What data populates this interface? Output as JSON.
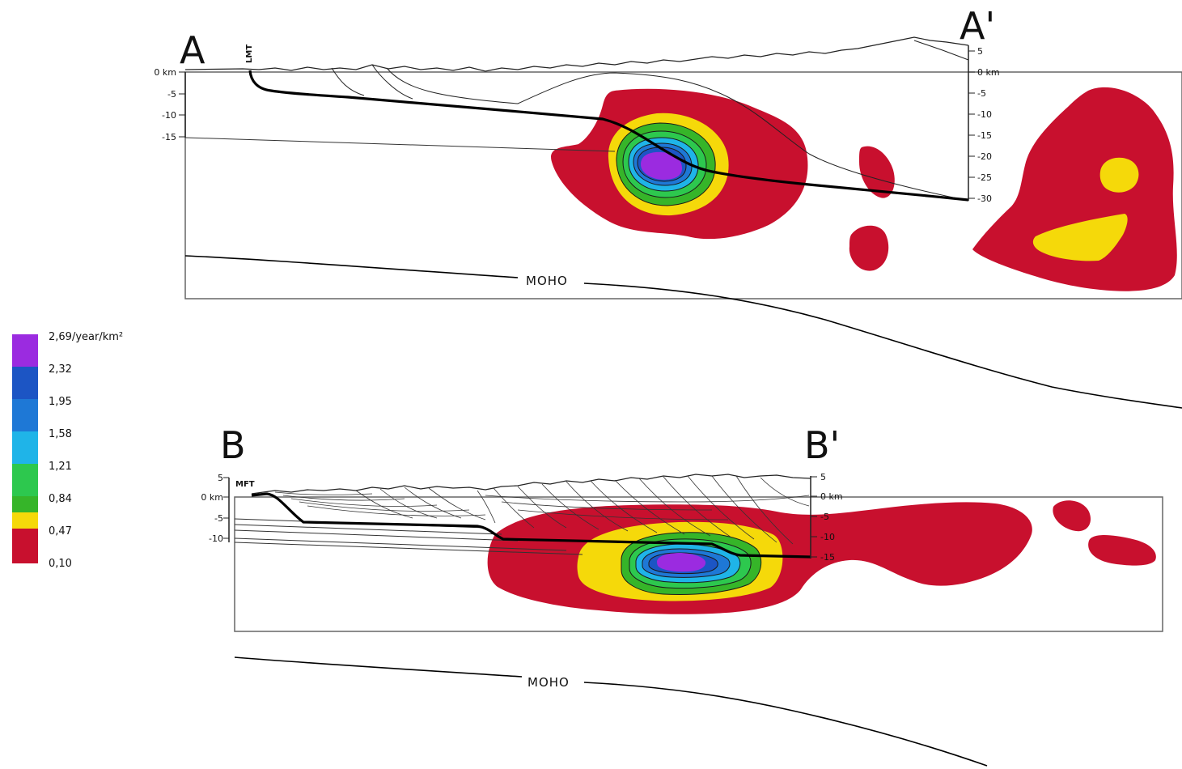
{
  "colors": {
    "0.10": "#c8102e",
    "0.47": "#f5d90a",
    "0.84": "#36b529",
    "1.21": "#2dc84e",
    "1.58": "#1fb4e8",
    "1.95": "#1e78d6",
    "2.32": "#1c55c4",
    "2.69": "#9b2be0"
  },
  "section_a": {
    "start_label": "A",
    "end_label": "A'",
    "fault_label": "LMT",
    "left_ticks": [
      "0 km",
      "-5",
      "-10",
      "-15"
    ],
    "right_ticks": [
      "5",
      "0 km",
      "-5",
      "-10",
      "-15",
      "-20",
      "-25",
      "-30"
    ],
    "moho_label": "MOHO"
  },
  "section_b": {
    "start_label": "B",
    "end_label": "B'",
    "fault_label": "MFT",
    "left_ticks": [
      "5",
      "0 km",
      "-5",
      "-10"
    ],
    "right_ticks": [
      "5",
      "0 km",
      "-5",
      "-10",
      "-15"
    ],
    "moho_label": "MOHO"
  },
  "legend": {
    "title": "2,69/year/km²",
    "items": [
      {
        "label": "2,69/year/km²",
        "color": "#9b2be0"
      },
      {
        "label": "2,32",
        "color": "#1c55c4"
      },
      {
        "label": "1,95",
        "color": "#1e78d6"
      },
      {
        "label": "1,58",
        "color": "#1fb4e8"
      },
      {
        "label": "1,21",
        "color": "#2dc84e"
      },
      {
        "label": "0,84",
        "color": "#36b529"
      },
      {
        "label": "0,47",
        "color": "#f5d90a"
      },
      {
        "label": "0,10",
        "color": "#c8102e"
      }
    ]
  }
}
